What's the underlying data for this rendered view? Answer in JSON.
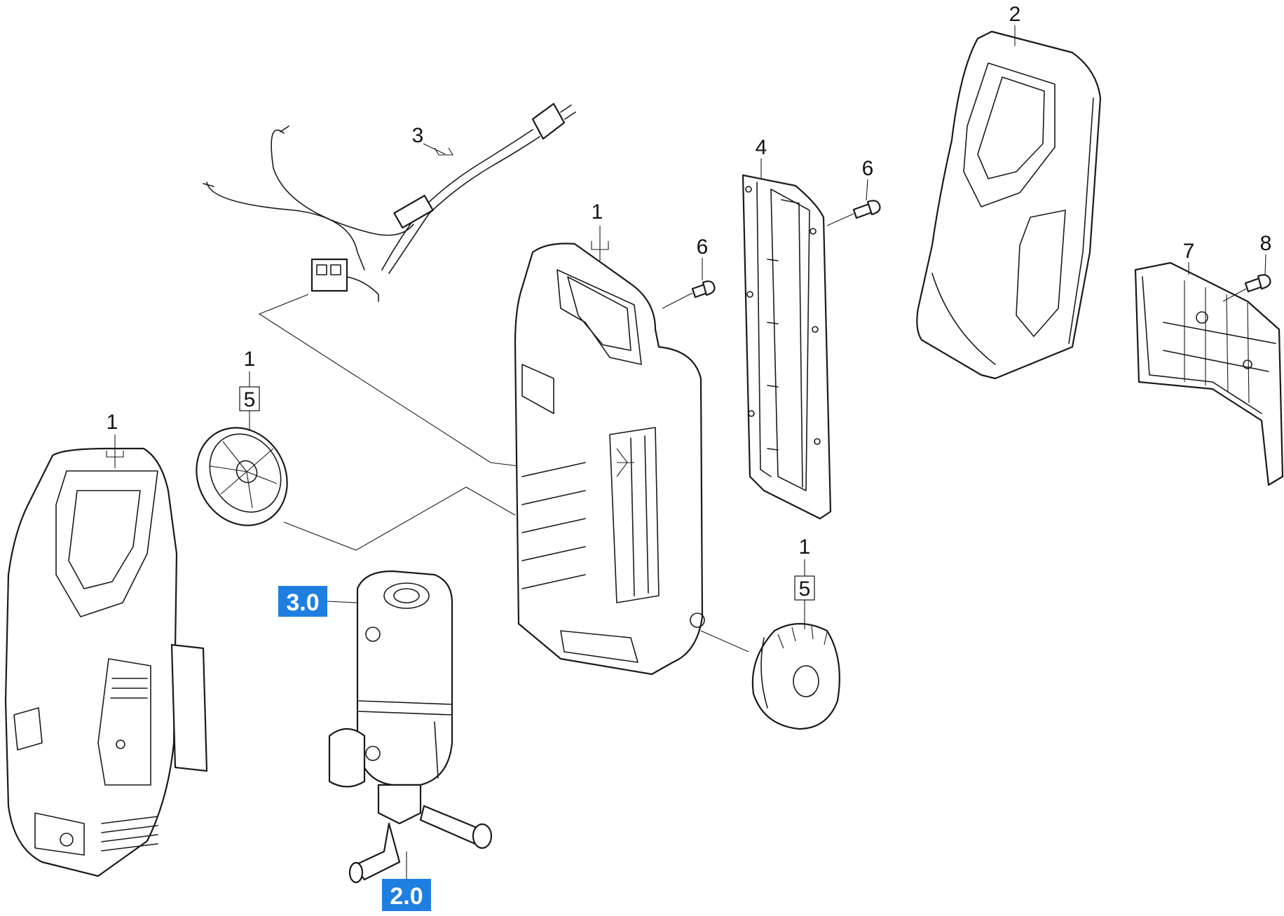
{
  "callouts": {
    "housing_front": {
      "number": "1"
    },
    "hood_top_right": {
      "number": "2"
    },
    "power_cable": {
      "number": "3"
    },
    "rear_cover": {
      "number": "4"
    },
    "screw_a": {
      "number": "6"
    },
    "screw_b": {
      "number": "6"
    },
    "housing_rear": {
      "number": "1"
    },
    "wheel_left": {
      "number": "1",
      "qty": "5"
    },
    "wheel_right": {
      "number": "1",
      "qty": "5"
    },
    "bracket": {
      "number": "7"
    },
    "screw_c": {
      "number": "8"
    }
  },
  "references": {
    "motor_pump": "3.0",
    "outlet": "2.0"
  },
  "colors": {
    "reference_badge": "#1f7fe0",
    "line": "#1a1a1a",
    "background": "#ffffff"
  }
}
